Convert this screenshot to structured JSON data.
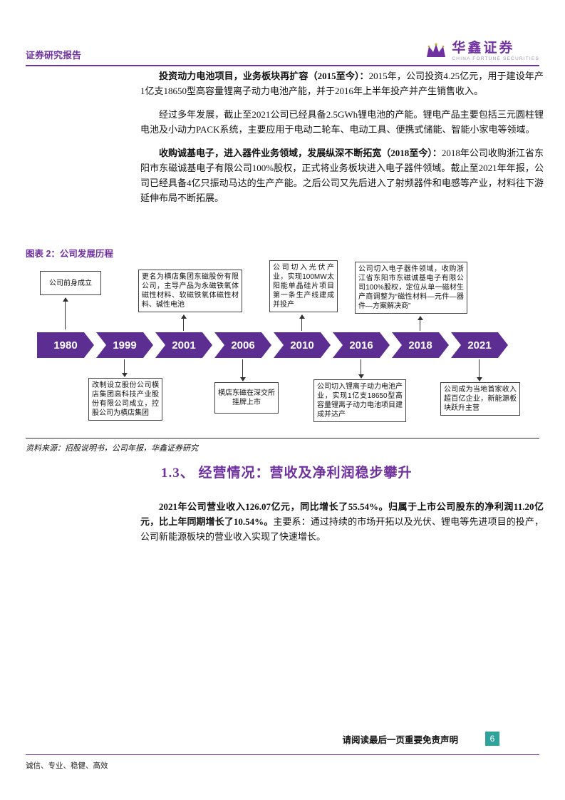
{
  "header": {
    "report_type": "证券研究报告",
    "brand": "华鑫证券",
    "brand_sub": "CHINA FORTUNE SECURITIES"
  },
  "paragraphs": {
    "p1_bold": "投资动力电池项目，业务板块再扩容（2015至今）：",
    "p1_text": "2015年，公司投资4.25亿元，用于建设年产1亿支18650型高容量锂离子动力电池产能，并于2016年上半年投产并产生销售收入。",
    "p2_text": "经过多年发展，截止至2021公司已经具备2.5GWh锂电池的产能。锂电产品主要包括三元圆柱锂电池及小动力PACK系统，主要应用于电动二轮车、电动工具、便携式储能、智能小家电等领域。",
    "p3_bold": "收购诚基电子，进入器件业务领域，发展纵深不断拓宽（2018至今）：",
    "p3_text": "2018年公司收购浙江省东阳市东磁诚基电子有限公司100%股权，正式将业务板块进入电子器件领域。截止至2021年年报，公司已经具备4亿只振动马达的生产产能。之后公司又先后进入了射频器件和电感等产业，材料往下游延伸布局不断拓展。"
  },
  "figure": {
    "label": "图表 2：公司发展历程",
    "source": "资料来源：招股说明书，公司年报，华鑫证券研究",
    "timeline": {
      "years": [
        "1980",
        "1999",
        "2001",
        "2006",
        "2010",
        "2016",
        "2018",
        "2021"
      ],
      "events": [
        {
          "year": "1980",
          "position": "above",
          "text": "公司前身成立"
        },
        {
          "year": "1999",
          "position": "below",
          "text": "改制设立股份公司横店集团高科技产业股份有限公司成立，控股公司为横店集团"
        },
        {
          "year": "2001",
          "position": "above",
          "text": "更名为横店集团东磁股份有限公司，主导产品为永磁铁氧体磁性材料、软磁铁氧体磁性材料、碱性电池"
        },
        {
          "year": "2006",
          "position": "below",
          "text": "横店东磁在深交所挂牌上市"
        },
        {
          "year": "2010",
          "position": "above",
          "text": "公司切入光伏产业，实现100MW太阳能单晶硅片项目第一条生产线建成并投产"
        },
        {
          "year": "2016",
          "position": "below",
          "text": "公司切入锂离子动力电池产业，实现1亿支18650型高容量锂离子动力电池项目建成并达产"
        },
        {
          "year": "2018",
          "position": "above",
          "text": "公司切入电子器件领域，收购浙江省东阳市东磁诚基电子有限公司100%股权，定位从单一磁材生产商调整为“磁性材料—元件—器件—方案解决商”"
        },
        {
          "year": "2021",
          "position": "below",
          "text": "公司成为当地首家收入超百亿企业，新能源板块跃升主营"
        }
      ]
    }
  },
  "section": {
    "heading": "1.3、 经营情况：营收及净利润稳步攀升",
    "p_bold": "2021年公司营业收入126.07亿元，同比增长了55.54%。归属于上市公司股东的净利润11.20亿元，比上年同期增长了10.54%。",
    "p_text": "主要系：通过持续的市场开拓以及光伏、锂电等先进项目的投产，公司新能源板块的营业收入实现了快速增长。"
  },
  "footer": {
    "disclaimer": "请阅读最后一页重要免责声明",
    "page_number": "6",
    "slogan": "诚信、专业、稳健、高效"
  },
  "colors": {
    "accent_purple": "#7030A0",
    "timeline_purple": "#5C2E91",
    "page_number_teal": "#2FA39B"
  }
}
